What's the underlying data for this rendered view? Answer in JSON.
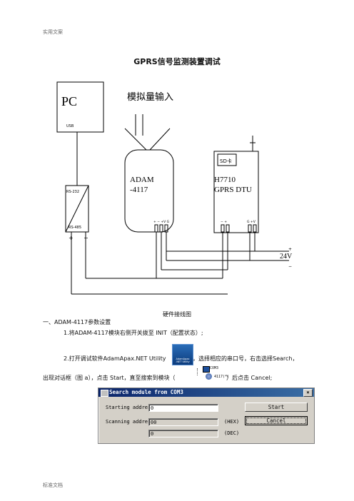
{
  "header": {
    "left": "实用文案"
  },
  "footer": {
    "left": "标准文档"
  },
  "title": "GPRS信号监测装置调试",
  "diagram": {
    "pc": "PC",
    "usb": "USB",
    "analog_input": "模拟量输入",
    "adam_line1": "ADAM",
    "adam_line2": "-4117",
    "adam_pins": "+ − +V G",
    "sd_card": "SD卡",
    "dtu_line1": "H7710",
    "dtu_line2": "GPRS DTU",
    "dtu_pins_left": "− +",
    "dtu_pins_right": "G +V",
    "rs232": "RS-232",
    "rs485": "RS-485",
    "conv_plus": "+",
    "conv_minus": "−",
    "v24": "24V",
    "v_plus": "+",
    "v_minus": "−"
  },
  "caption": "硬件接线图",
  "section1": "一、ADAM-4117参数设置",
  "step1": "1.将ADAM-4117模块右侧开关拨至 INIT（配置状态）;",
  "step2_a": "2.打开调试软件AdamApax.NET Utility",
  "step2_b": "，选择相应的串口号，右击选择Search，",
  "step2_c": "出现对话框（图 a），点击 Start，直至搜索到模块（",
  "step2_d": "）后点击 Cancel;",
  "icon_app_label": "AdamApax .NET Utility",
  "icon_com_label": "COM3",
  "icon_module_label": "4117(*)",
  "dialog": {
    "title": "Search module from COM3",
    "close": "×",
    "starting_label": "Starting address:",
    "starting_value": "0",
    "scanning_label": "Scanning address:",
    "scanning_hex": "00",
    "hex_label": "(HEX)",
    "scanning_dec": "0",
    "dec_label": "(DEC)",
    "start_btn": "Start",
    "cancel_btn": "Cancel"
  }
}
